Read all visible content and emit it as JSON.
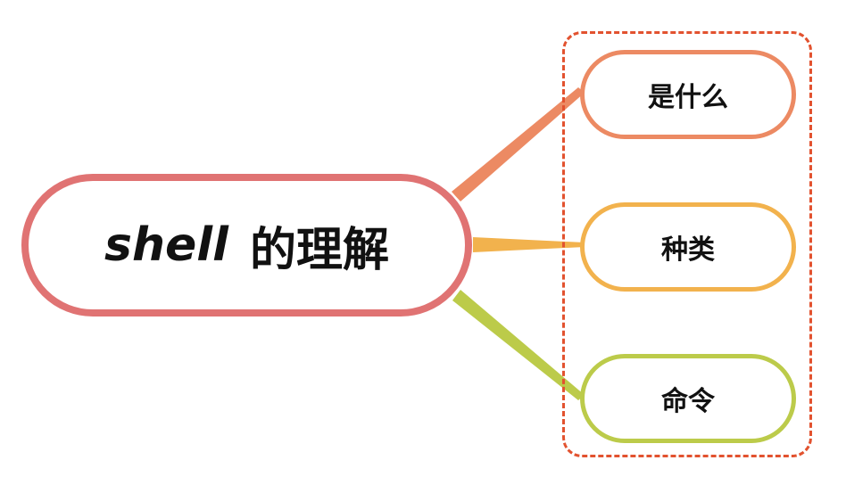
{
  "diagram": {
    "type": "mind-map",
    "root": {
      "prefix": "shell",
      "suffix": "的理解",
      "border_color": "#e07373"
    },
    "branches": [
      {
        "label": "是什么",
        "color": "#ec8a63"
      },
      {
        "label": "种类",
        "color": "#f2b24d"
      },
      {
        "label": "命令",
        "color": "#bccb4a"
      }
    ],
    "group_frame_color": "#e2522f"
  }
}
